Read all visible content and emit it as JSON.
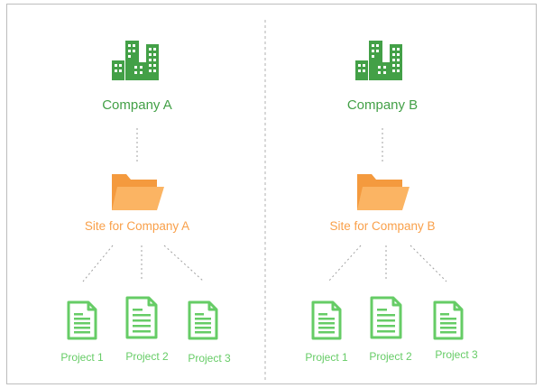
{
  "colors": {
    "company": "#43a047",
    "site": "#f9a04a",
    "project": "#66cc66",
    "connector": "#a0a0a0",
    "border": "#bdbdbd"
  },
  "icons": {
    "company": "buildings-icon",
    "site": "folder-icon",
    "project": "document-icon"
  },
  "groups": [
    {
      "company": "Company A",
      "site": "Site for Company A",
      "projects": [
        "Project 1",
        "Project 2",
        "Project 3"
      ]
    },
    {
      "company": "Company B",
      "site": "Site for Company B",
      "projects": [
        "Project 1",
        "Project 2",
        "Project 3"
      ]
    }
  ]
}
